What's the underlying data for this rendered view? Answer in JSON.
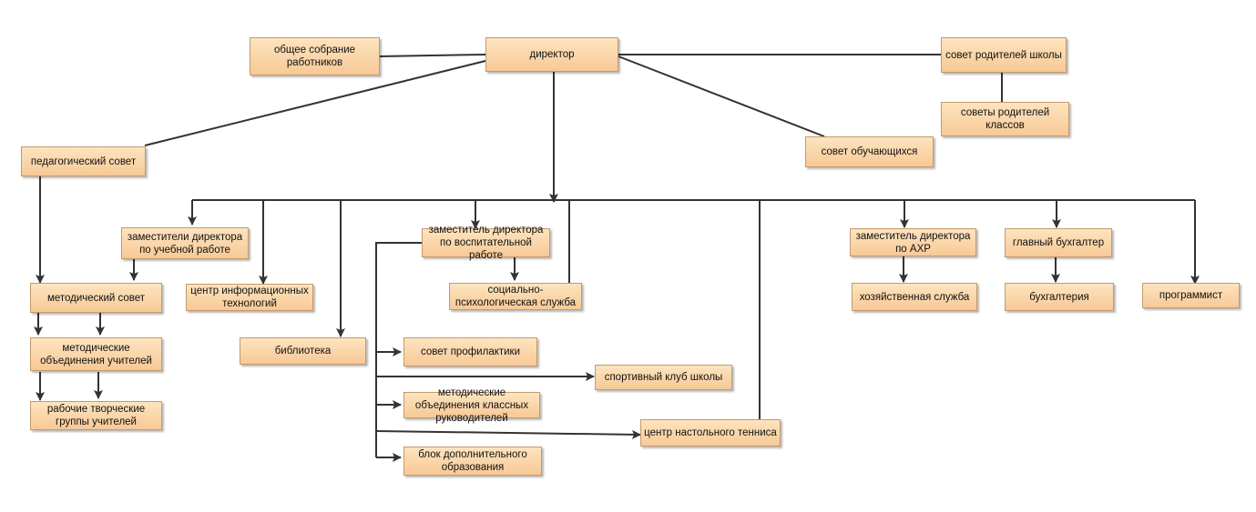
{
  "nodes": {
    "general_meeting": "общее собрание работников",
    "director": "директор",
    "parents_council": "совет родителей школы",
    "class_parents_councils": "советы родителей классов",
    "pedagogical_council": "педагогический совет",
    "students_council": "совет обучающихся",
    "deputy_education": "заместители директора по учебной работе",
    "deputy_upbringing": "заместитель директора по воспитательной работе",
    "deputy_ahr": "заместитель директора по АХР",
    "chief_accountant": "главный бухгалтер",
    "methodical_council": "методический совет",
    "it_center": "центр информационных технологий",
    "social_psych_service": "социально-психологическая служба",
    "household_service": "хозяйственная служба",
    "accounting": "бухгалтерия",
    "programmer": "программист",
    "teacher_method_unions": "методические объединения учителей",
    "library": "библиотека",
    "prevention_council": "совет профилактики",
    "sports_club": "спортивный клуб школы",
    "creative_groups": "рабочие творческие группы учителей",
    "class_teachers_unions": "методические объединения классных руководителей",
    "table_tennis_center": "центр настольного тенниса",
    "additional_education": "блок дополнительного образования"
  }
}
